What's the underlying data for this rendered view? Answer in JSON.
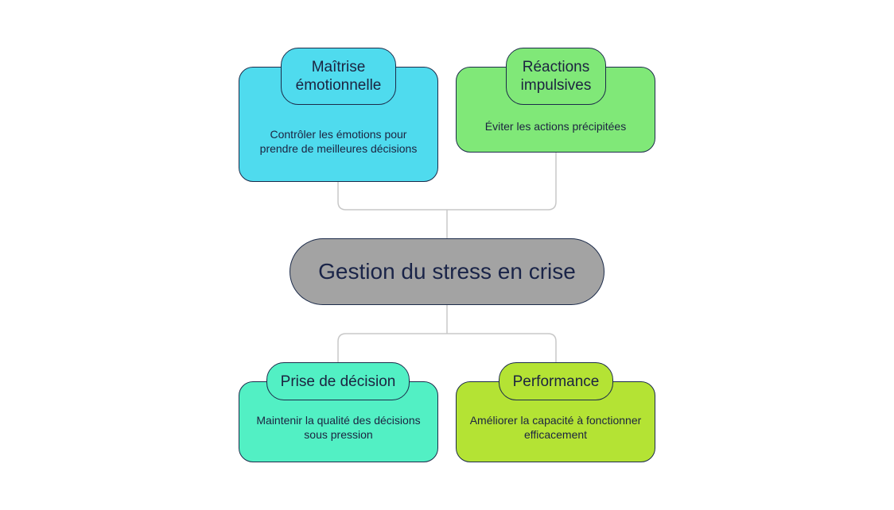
{
  "diagram": {
    "center": {
      "label": "Gestion du stress en crise",
      "color": "#a3a3a3"
    },
    "nodes": [
      {
        "id": "emo",
        "title": "Maîtrise émotionnelle",
        "description": "Contrôler les émotions pour prendre de meilleures décisions",
        "color": "#4fdbee"
      },
      {
        "id": "imp",
        "title": "Réactions impulsives",
        "description": "Éviter les actions précipitées",
        "color": "#80e878"
      },
      {
        "id": "dec",
        "title": "Prise de décision",
        "description": "Maintenir la qualité des décisions sous pression",
        "color": "#52f0c4"
      },
      {
        "id": "perf",
        "title": "Performance",
        "description": "Améliorer la capacité à fonctionner efficacement",
        "color": "#b4e334"
      }
    ],
    "connector_color": "#c8c8c8",
    "border_color": "#1c2b4a"
  }
}
